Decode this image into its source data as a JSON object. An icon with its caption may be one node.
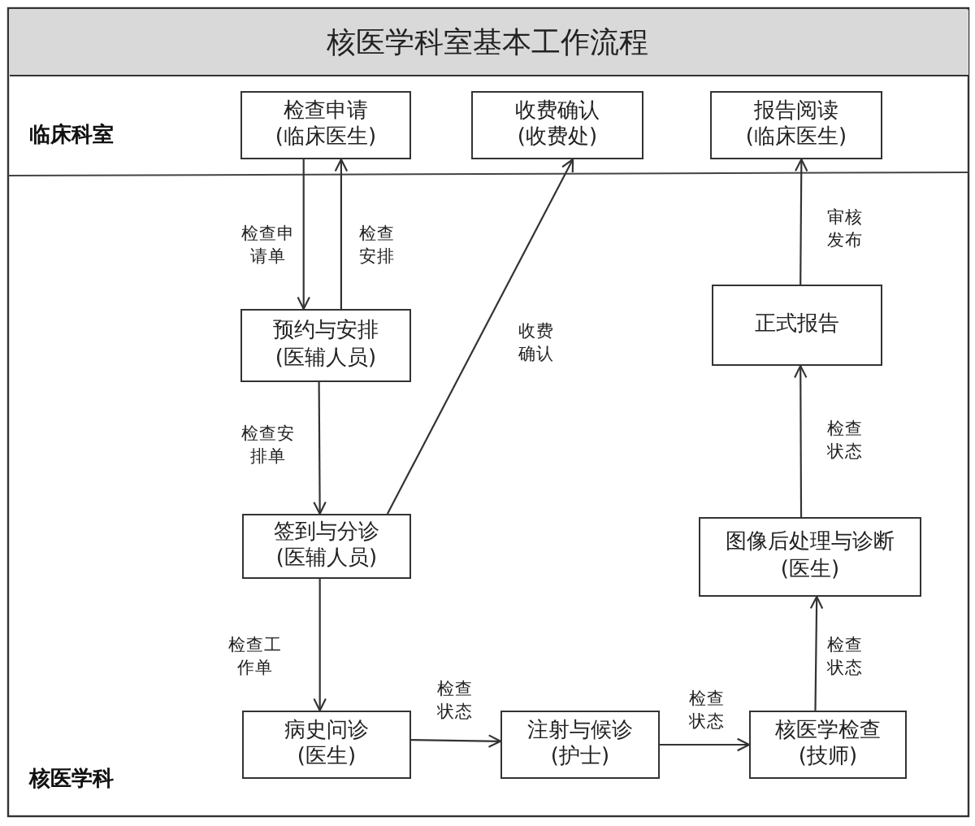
{
  "diagram": {
    "title": "核医学科室基本工作流程",
    "nodes": [
      {
        "text": [
          "检查申请",
          "(临床医生)"
        ]
      },
      {
        "text": [
          "收费确认",
          "(收费处)"
        ]
      },
      {
        "text": [
          "报告阅读",
          "(临床医生)"
        ]
      },
      {
        "text": [
          "预约与安排",
          "(医辅人员)"
        ]
      },
      {
        "text": [
          "正式报告"
        ]
      },
      {
        "text": [
          "签到与分诊",
          "(医辅人员)"
        ]
      },
      {
        "text": [
          "图像后处理与诊断",
          "(医生)"
        ]
      },
      {
        "text": [
          "病史问诊",
          "(医生)"
        ]
      },
      {
        "text": [
          "注射与候诊",
          "(护士)"
        ]
      },
      {
        "text": [
          "核医学检查",
          "(技师)"
        ]
      }
    ],
    "edges": [
      {
        "from": 0,
        "to": 3,
        "arrow": "to",
        "label": "检查申请单"
      },
      {
        "from": 3,
        "to": 0,
        "arrow": "to",
        "label": "检查安排"
      },
      {
        "from": 3,
        "to": 5,
        "arrow": "to",
        "label": "检查安排单"
      },
      {
        "from": 5,
        "to": 1,
        "arrow": "to",
        "label": "收费确认"
      },
      {
        "from": 5,
        "to": 7,
        "arrow": "to",
        "label": "检查工作单"
      },
      {
        "from": 7,
        "to": 8,
        "arrow": "to",
        "label": "检查状态"
      },
      {
        "from": 8,
        "to": 9,
        "arrow": "to",
        "label": "检查状态"
      },
      {
        "from": 9,
        "to": 6,
        "arrow": "to",
        "label": "检查状态"
      },
      {
        "from": 6,
        "to": 4,
        "arrow": "to",
        "label": "检查状态"
      },
      {
        "from": 4,
        "to": 2,
        "arrow": "to",
        "label": "审核发布"
      }
    ],
    "labels": [
      "临床科室",
      "核医学科"
    ]
  }
}
